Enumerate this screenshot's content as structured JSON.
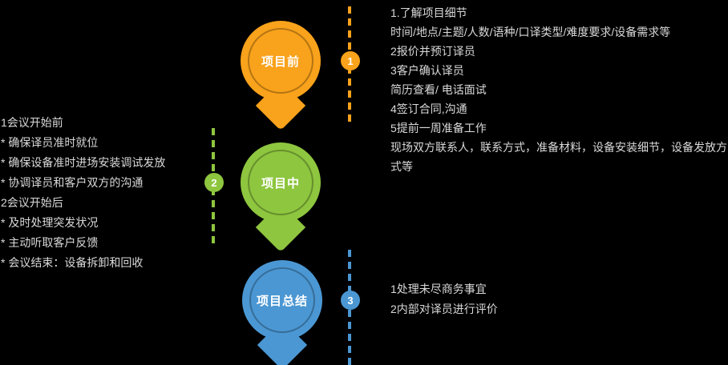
{
  "colors": {
    "background": "#000000",
    "text": "#D9D9D9",
    "stage1": "#F9A21B",
    "stage2": "#8EC63F",
    "stage3": "#4B97D3"
  },
  "stages": [
    {
      "label": "项目前",
      "badge": "1"
    },
    {
      "label": "项目中",
      "badge": "2"
    },
    {
      "label": "项目总结",
      "badge": "3"
    }
  ],
  "notes": {
    "stage1": [
      "1.了解项目细节",
      "时间/地点/主题/人数/语种/口译类型/难度要求/设备需求等",
      "2报价并预订译员",
      "3客户确认译员",
      "简历查看/ 电话面试",
      "4签订合同,沟通",
      "5提前一周准备工作",
      "现场双方联系人，联系方式，准备材料，设备安装细节，设备发放方式等"
    ],
    "stage2": [
      "1会议开始前",
      "* 确保译员准时就位",
      "* 确保设备准时进场安装调试发放",
      "* 协调译员和客户双方的沟通",
      "2会议开始后",
      "* 及时处理突发状况",
      "* 主动听取客户反馈",
      "* 会议结束：设备拆卸和回收"
    ],
    "stage3": [
      "1处理未尽商务事宜",
      "2内部对译员进行评价"
    ]
  }
}
